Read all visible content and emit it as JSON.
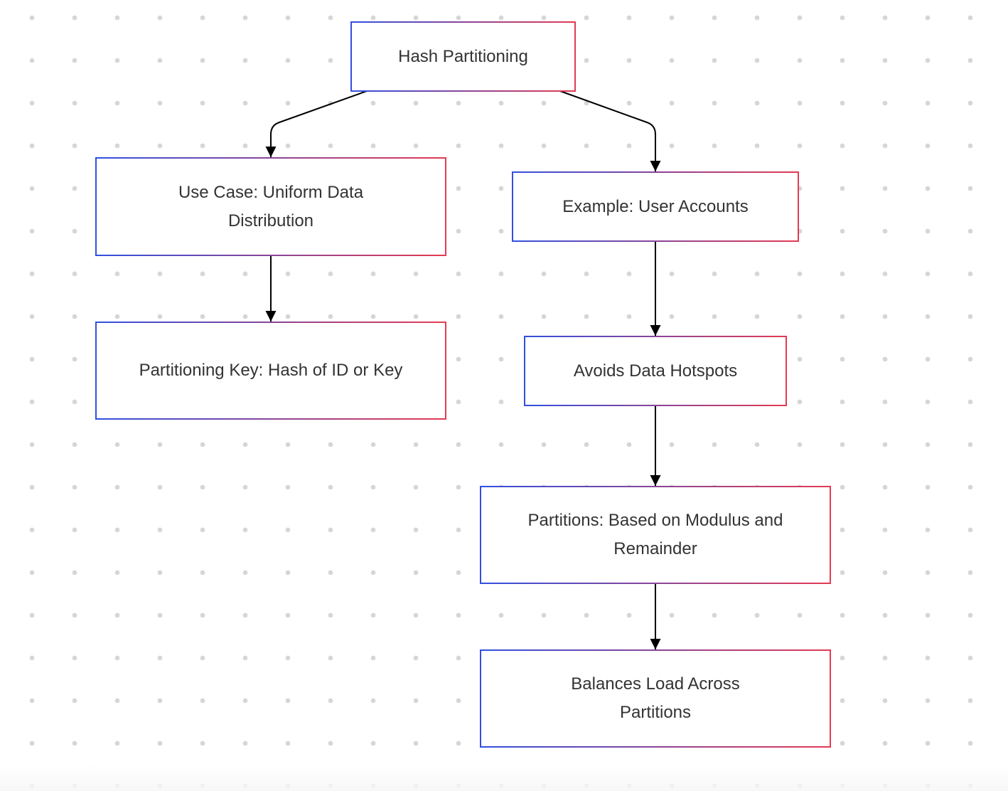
{
  "diagram": {
    "nodes": [
      {
        "id": "hash",
        "label": "Hash Partitioning"
      },
      {
        "id": "usecase",
        "label": "Use Case: Uniform Data Distribution"
      },
      {
        "id": "example",
        "label": "Example: User Accounts"
      },
      {
        "id": "key",
        "label": "Partitioning Key: Hash of ID or Key"
      },
      {
        "id": "hotspots",
        "label": "Avoids Data Hotspots"
      },
      {
        "id": "partitions",
        "label": "Partitions: Based on Modulus and Remainder"
      },
      {
        "id": "balance",
        "label": "Balances Load Across Partitions"
      }
    ],
    "edges": [
      {
        "from": "hash",
        "to": "usecase"
      },
      {
        "from": "hash",
        "to": "example"
      },
      {
        "from": "usecase",
        "to": "key"
      },
      {
        "from": "example",
        "to": "hotspots"
      },
      {
        "from": "hotspots",
        "to": "partitions"
      },
      {
        "from": "partitions",
        "to": "balance"
      }
    ]
  },
  "colors": {
    "border_start": "#3050e0",
    "border_end": "#e43a52",
    "edge": "#000000",
    "text": "#333333",
    "dot": "#d6d6d6"
  }
}
